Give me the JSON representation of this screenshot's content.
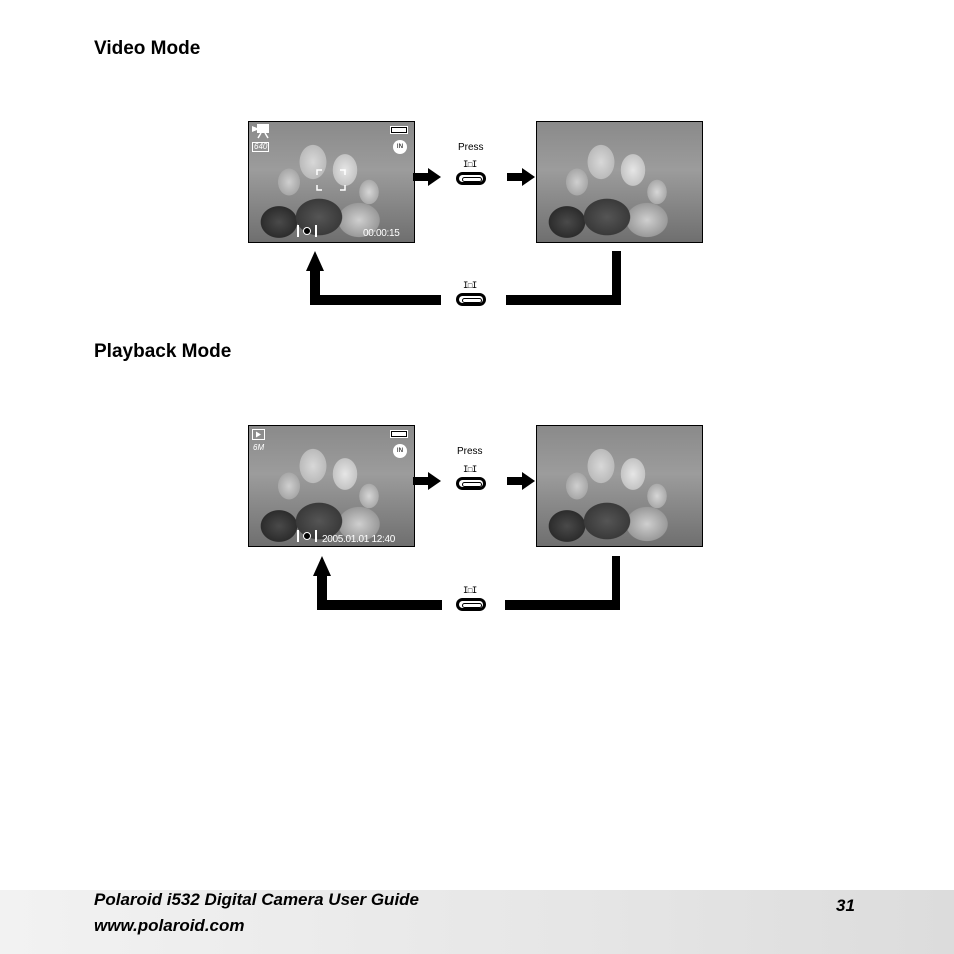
{
  "sections": [
    {
      "title": "Video Mode",
      "screen_left": {
        "mode_icon": "movie-camera-icon",
        "resolution_badge": "640",
        "memory_badge": "IN",
        "timecode": "00:00:15"
      },
      "press_label": "Press",
      "button_glyph": "I☐I"
    },
    {
      "title": "Playback Mode",
      "screen_left": {
        "mode_icon": "play-icon",
        "resolution_badge": "6M",
        "memory_badge": "IN",
        "timecode": "2005.01.01 12:40"
      },
      "press_label": "Press",
      "button_glyph": "I☐I"
    }
  ],
  "footer": {
    "title": "Polaroid i532 Digital Camera User Guide",
    "url": "www.polaroid.com",
    "page_number": "31"
  }
}
